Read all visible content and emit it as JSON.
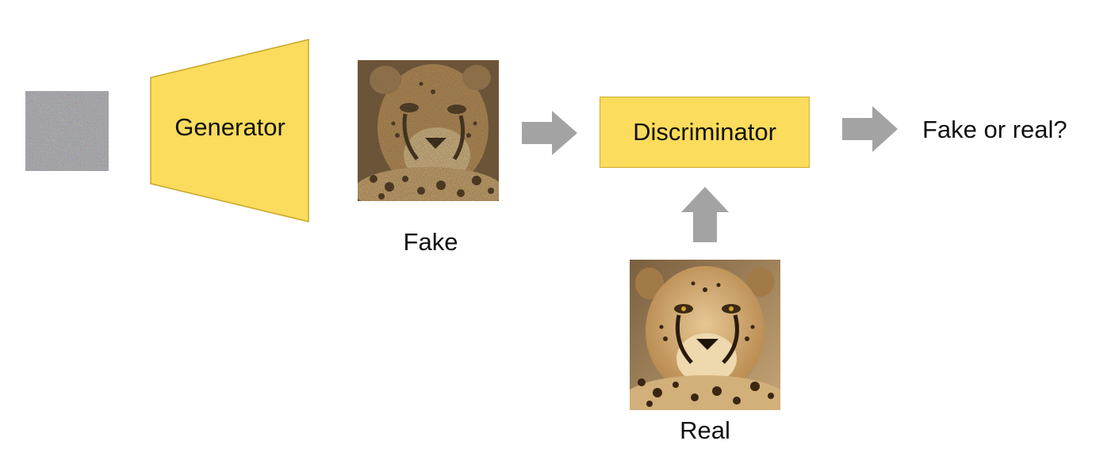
{
  "generator": {
    "label": "Generator",
    "fill": "#fbdc5c",
    "stroke": "#c9a82b"
  },
  "fake": {
    "label": "Fake",
    "image": "cheetah-fake-noisy-image"
  },
  "discriminator": {
    "label": "Discriminator",
    "fill": "#fbdc5c"
  },
  "output": {
    "label": "Fake or real?"
  },
  "real": {
    "label": "Real",
    "image": "cheetah-real-image"
  },
  "noise": {
    "image": "random-noise-image"
  },
  "arrows": {
    "color": "#a3a3a3"
  }
}
